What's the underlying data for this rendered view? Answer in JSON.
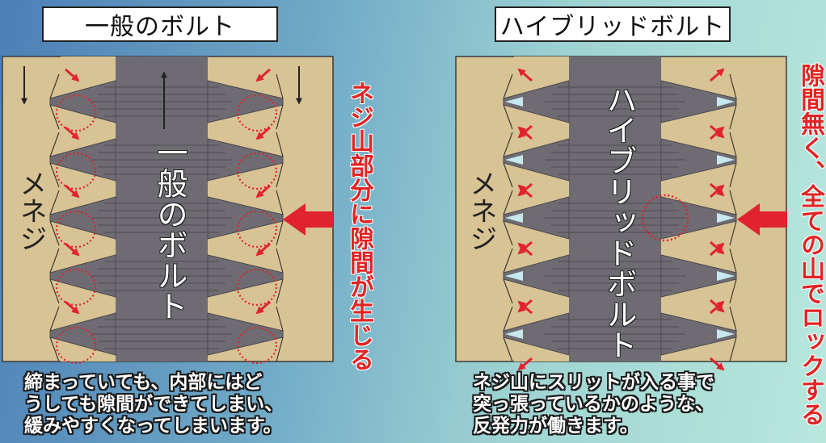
{
  "left_panel": {
    "title": "一般のボルト",
    "nut_label": "メネジ",
    "bolt_label": "一般のボルト",
    "side_note": "ネジ山部分に隙間が生じる",
    "caption": [
      "締まっていても、内部にはど",
      "うしても隙間ができてしまい、",
      "緩みやすくなってしまいます。"
    ]
  },
  "right_panel": {
    "title": "ハイブリッドボルト",
    "nut_label": "メネジ",
    "bolt_label": "ハイブリッドボルト",
    "side_note": "隙間無く、全ての山でロックする",
    "caption": [
      "ネジ山にスリットが入る事で",
      "突っ張っているかのような、",
      "反発力が働きます。"
    ]
  },
  "colors": {
    "nut": "#d8c394",
    "bolt": "#6e6c72",
    "arrow_red": "#e0232e",
    "note_red": "#e12424",
    "gap_blue": "#c6e8ee"
  }
}
